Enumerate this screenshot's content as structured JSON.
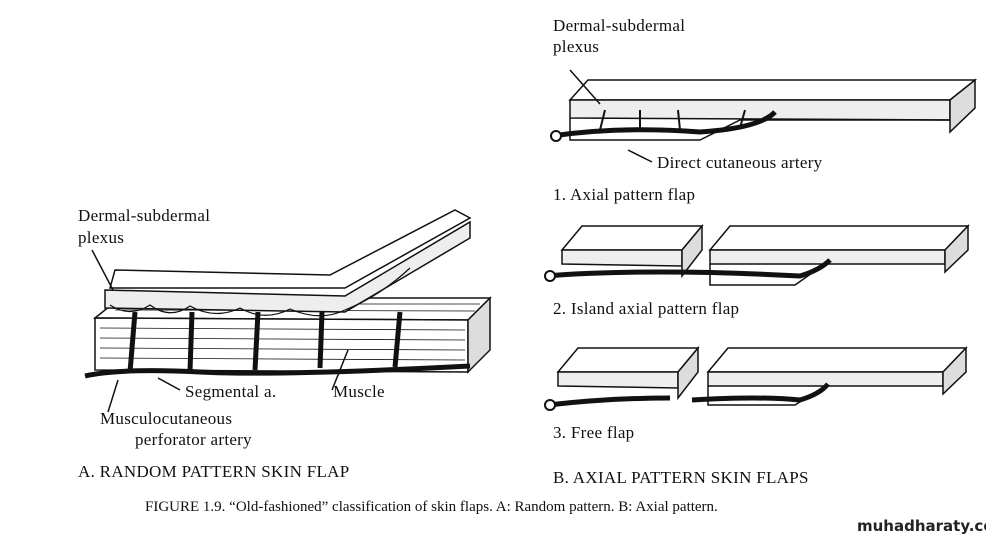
{
  "panel_a": {
    "label_plexus_1": "Dermal-subdermal",
    "label_plexus_2": "plexus",
    "label_segmental": "Segmental a.",
    "label_muscle": "Muscle",
    "label_perforator_1": "Musculocutaneous",
    "label_perforator_2": "perforator artery",
    "title": "A. RANDOM PATTERN SKIN FLAP"
  },
  "panel_b": {
    "label_plexus_1": "Dermal-subdermal",
    "label_plexus_2": "plexus",
    "label_artery": "Direct cutaneous artery",
    "flap_1": "1. Axial pattern flap",
    "flap_2": "2. Island axial pattern flap",
    "flap_3": "3. Free flap",
    "title": "B. AXIAL PATTERN SKIN FLAPS"
  },
  "caption": "FIGURE 1.9.  “Old-fashioned” classification of skin flaps. A: Random pattern. B: Axial pattern.",
  "watermark": "muhadharaty.com"
}
